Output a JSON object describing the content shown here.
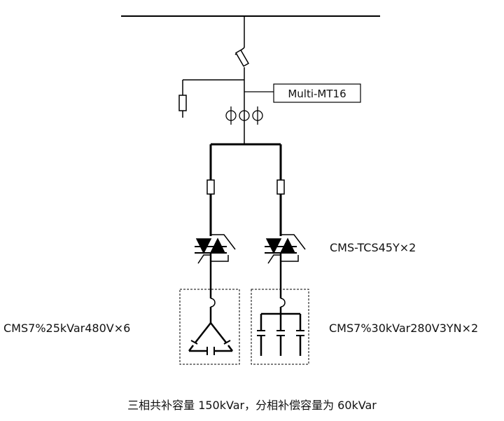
{
  "labels": {
    "controller": "Multi-MT16",
    "switch_model": "CMS-TCS45Y×2",
    "left_capacitor": "CMS7%25kVar480V×6",
    "right_capacitor": "CMS7%30kVar280V3YN×2",
    "footer_note": "三相共补容量 150kVar，分相补偿容量为 60kVar"
  },
  "colors": {
    "line": "#000000",
    "background": "#ffffff"
  }
}
